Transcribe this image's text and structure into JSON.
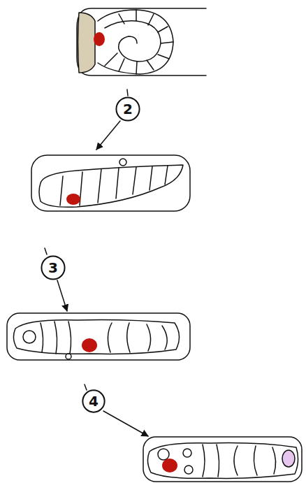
{
  "diagram": {
    "nodes": [
      {
        "text": [
          "2"
        ]
      },
      {
        "text": [
          "3"
        ]
      },
      {
        "text": [
          "4"
        ]
      }
    ]
  }
}
